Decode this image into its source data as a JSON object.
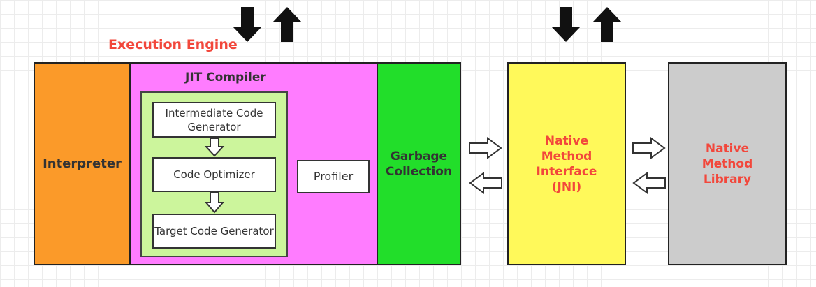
{
  "execution_engine": {
    "label": "Execution Engine",
    "interpreter": "Interpreter",
    "jit_compiler": {
      "label": "JIT Compiler",
      "intermediate_code_generator": "Intermediate Code Generator",
      "code_optimizer": "Code Optimizer",
      "target_code_generator": "Target Code Generator",
      "profiler": "Profiler"
    },
    "garbage_collection": "Garbage Collection"
  },
  "native_method_interface": "Native Method Interface (JNI)",
  "native_method_library": "Native Method Library",
  "colors": {
    "interpreter": "#fb9a29",
    "jit_compiler": "#ff7cff",
    "jit_inner": "#ccf59c",
    "garbage_collection": "#22de2a",
    "jni": "#fff95a",
    "library": "#cccccc",
    "label_red": "#f2473b"
  }
}
